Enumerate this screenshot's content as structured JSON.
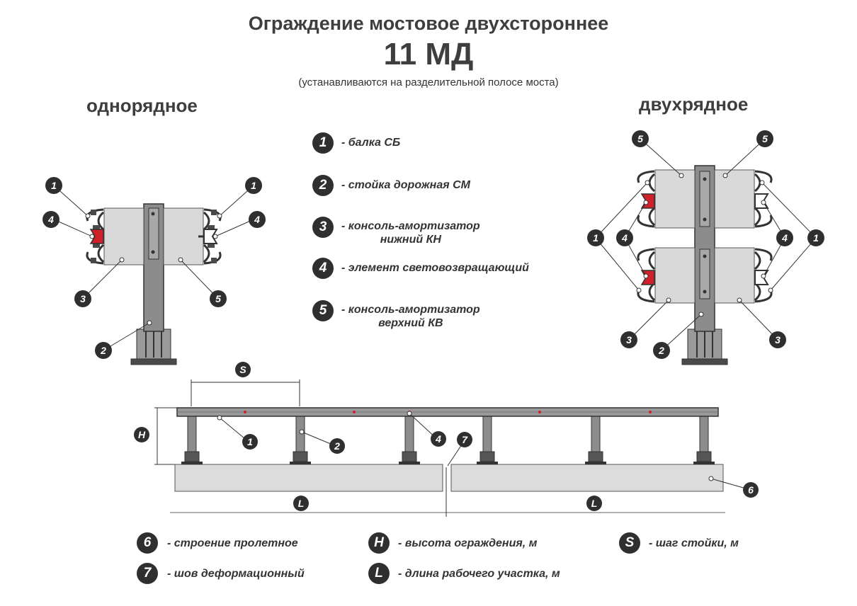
{
  "header": {
    "title": "Ограждение мостовое двухстороннее",
    "code": "11 МД",
    "note": "(устанавливаются на разделительной полосе моста)"
  },
  "views": {
    "single_row": "однорядное",
    "double_row": "двухрядное"
  },
  "legend": [
    {
      "num": "1",
      "text": "- балка СБ"
    },
    {
      "num": "2",
      "text": "- стойка дорожная СМ"
    },
    {
      "num": "3",
      "text": "- консоль-амортизатор\nнижний КН"
    },
    {
      "num": "4",
      "text": "- элемент световозвращающий"
    },
    {
      "num": "5",
      "text": "- консоль-амортизатор\nверхний КВ"
    }
  ],
  "bottom_legend": [
    {
      "num": "6",
      "text": "- строение пролетное"
    },
    {
      "num": "7",
      "text": "- шов деформационный"
    },
    {
      "num": "H",
      "text": "- высота ограждения, м"
    },
    {
      "num": "L",
      "text": "- длина рабочего участка, м"
    },
    {
      "num": "S",
      "text": "- шаг стойки, м"
    }
  ],
  "dimensions": {
    "s": "S",
    "h": "H",
    "l": "L"
  },
  "colors": {
    "dark": "#2f2f2f",
    "steel": "#8c8c8c",
    "panel": "#d9d9d9",
    "reflector": "#d0202a",
    "concrete": "#dcdcdc"
  }
}
